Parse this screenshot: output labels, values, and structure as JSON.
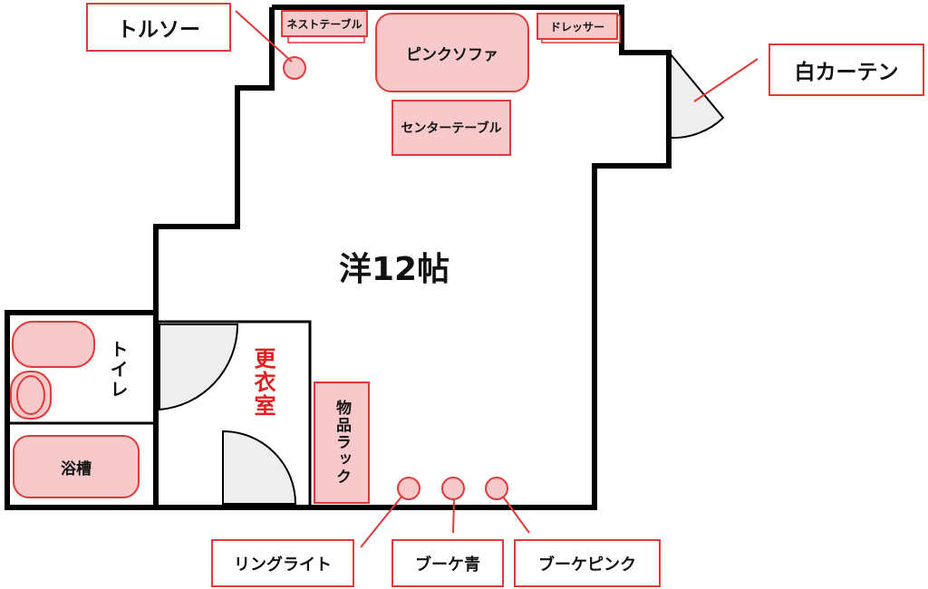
{
  "room_label": "洋12帖",
  "dressing_room_label": "更衣室",
  "toilet_label": "トイレ",
  "furniture": {
    "nest_table": "ネストテーブル",
    "sofa": "ピンクソファ",
    "dresser": "ドレッサー",
    "center_table": "センターテーブル",
    "rack": "物品ラック",
    "bathtub": "浴槽"
  },
  "callouts": {
    "torso": "トルソー",
    "white_curtain": "白カーテン",
    "ring_light": "リングライト",
    "bouquet_blue": "ブーケ青",
    "bouquet_pink": "ブーケピンク"
  },
  "colors": {
    "wall": "#000000",
    "accent": "#e03a3a",
    "furniture_fill": "#f8c9cb",
    "door_fill": "#eeeeee",
    "dressing_label": "#e02020"
  }
}
